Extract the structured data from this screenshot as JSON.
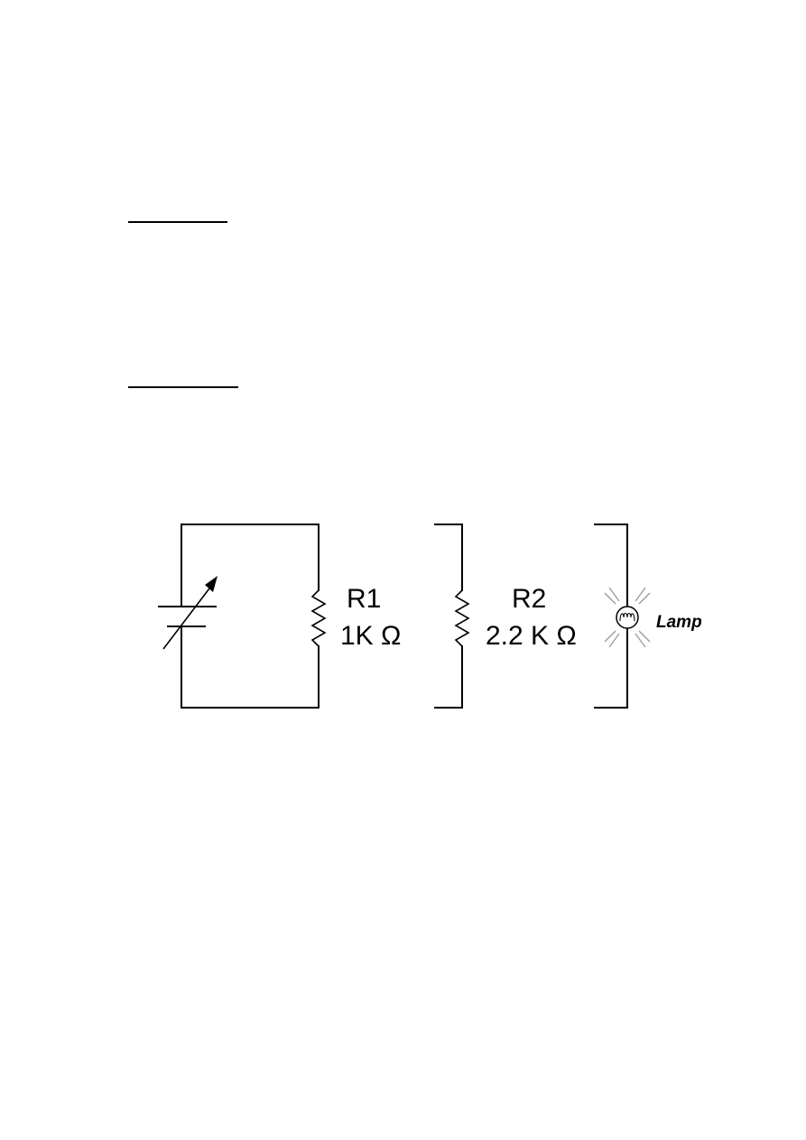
{
  "circuit": {
    "r1": {
      "name": "R1",
      "value": "1K Ω"
    },
    "r2": {
      "name": "R2",
      "value": "2.2 K Ω"
    },
    "lamp": {
      "label": "Lamp"
    }
  }
}
